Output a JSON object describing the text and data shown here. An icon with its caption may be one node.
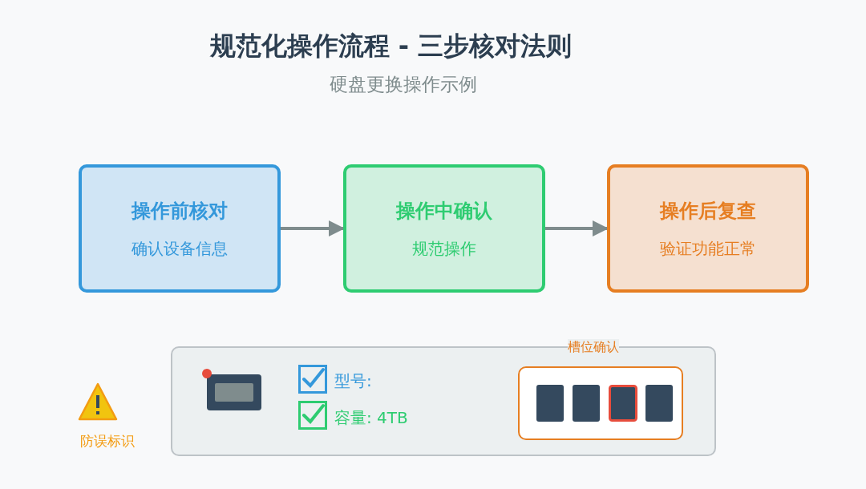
{
  "diagram": {
    "title": "规范化操作流程 - 三步核对法则",
    "caption": "硬盘更换操作示例",
    "nodes": [
      {
        "text": [
          "操作前核对",
          "确认设备信息"
        ]
      },
      {
        "text": [
          "操作中确认",
          "规范操作"
        ]
      },
      {
        "text": [
          "操作后复查",
          "验证功能正常"
        ]
      },
      {
        "text": [],
        "shape": "box"
      },
      {
        "text": [
          "槽位确认"
        ],
        "in": 3
      }
    ],
    "edges": [
      {
        "from": 0,
        "to": 1,
        "arrow": "to"
      },
      {
        "from": 1,
        "to": 2,
        "arrow": "to"
      }
    ],
    "labels": [
      "型号:",
      "容量: 4TB",
      "防误标识"
    ]
  }
}
